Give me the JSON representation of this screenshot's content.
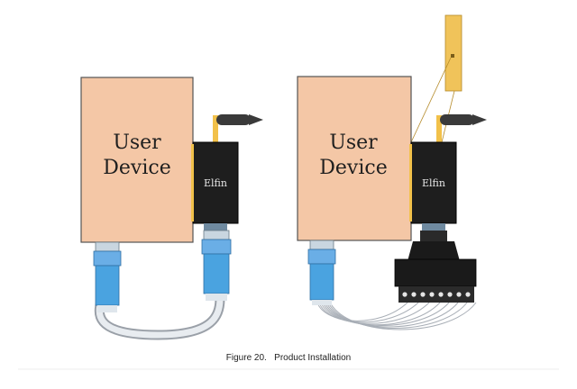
{
  "caption": {
    "figure": "Figure 20.",
    "title": "Product Installation"
  },
  "left": {
    "device_line1": "User",
    "device_line2": "Device",
    "module_label": "Elfin"
  },
  "right": {
    "device_line1": "User",
    "device_line2": "Device",
    "module_label": "Elfin"
  },
  "colors": {
    "device_fill": "#f4c7a6",
    "module_fill": "#1e1e1e",
    "connector_blue": "#4aa3e0",
    "antenna_yellow": "#f2c14a",
    "terminal_block": "#1a1a1a"
  }
}
